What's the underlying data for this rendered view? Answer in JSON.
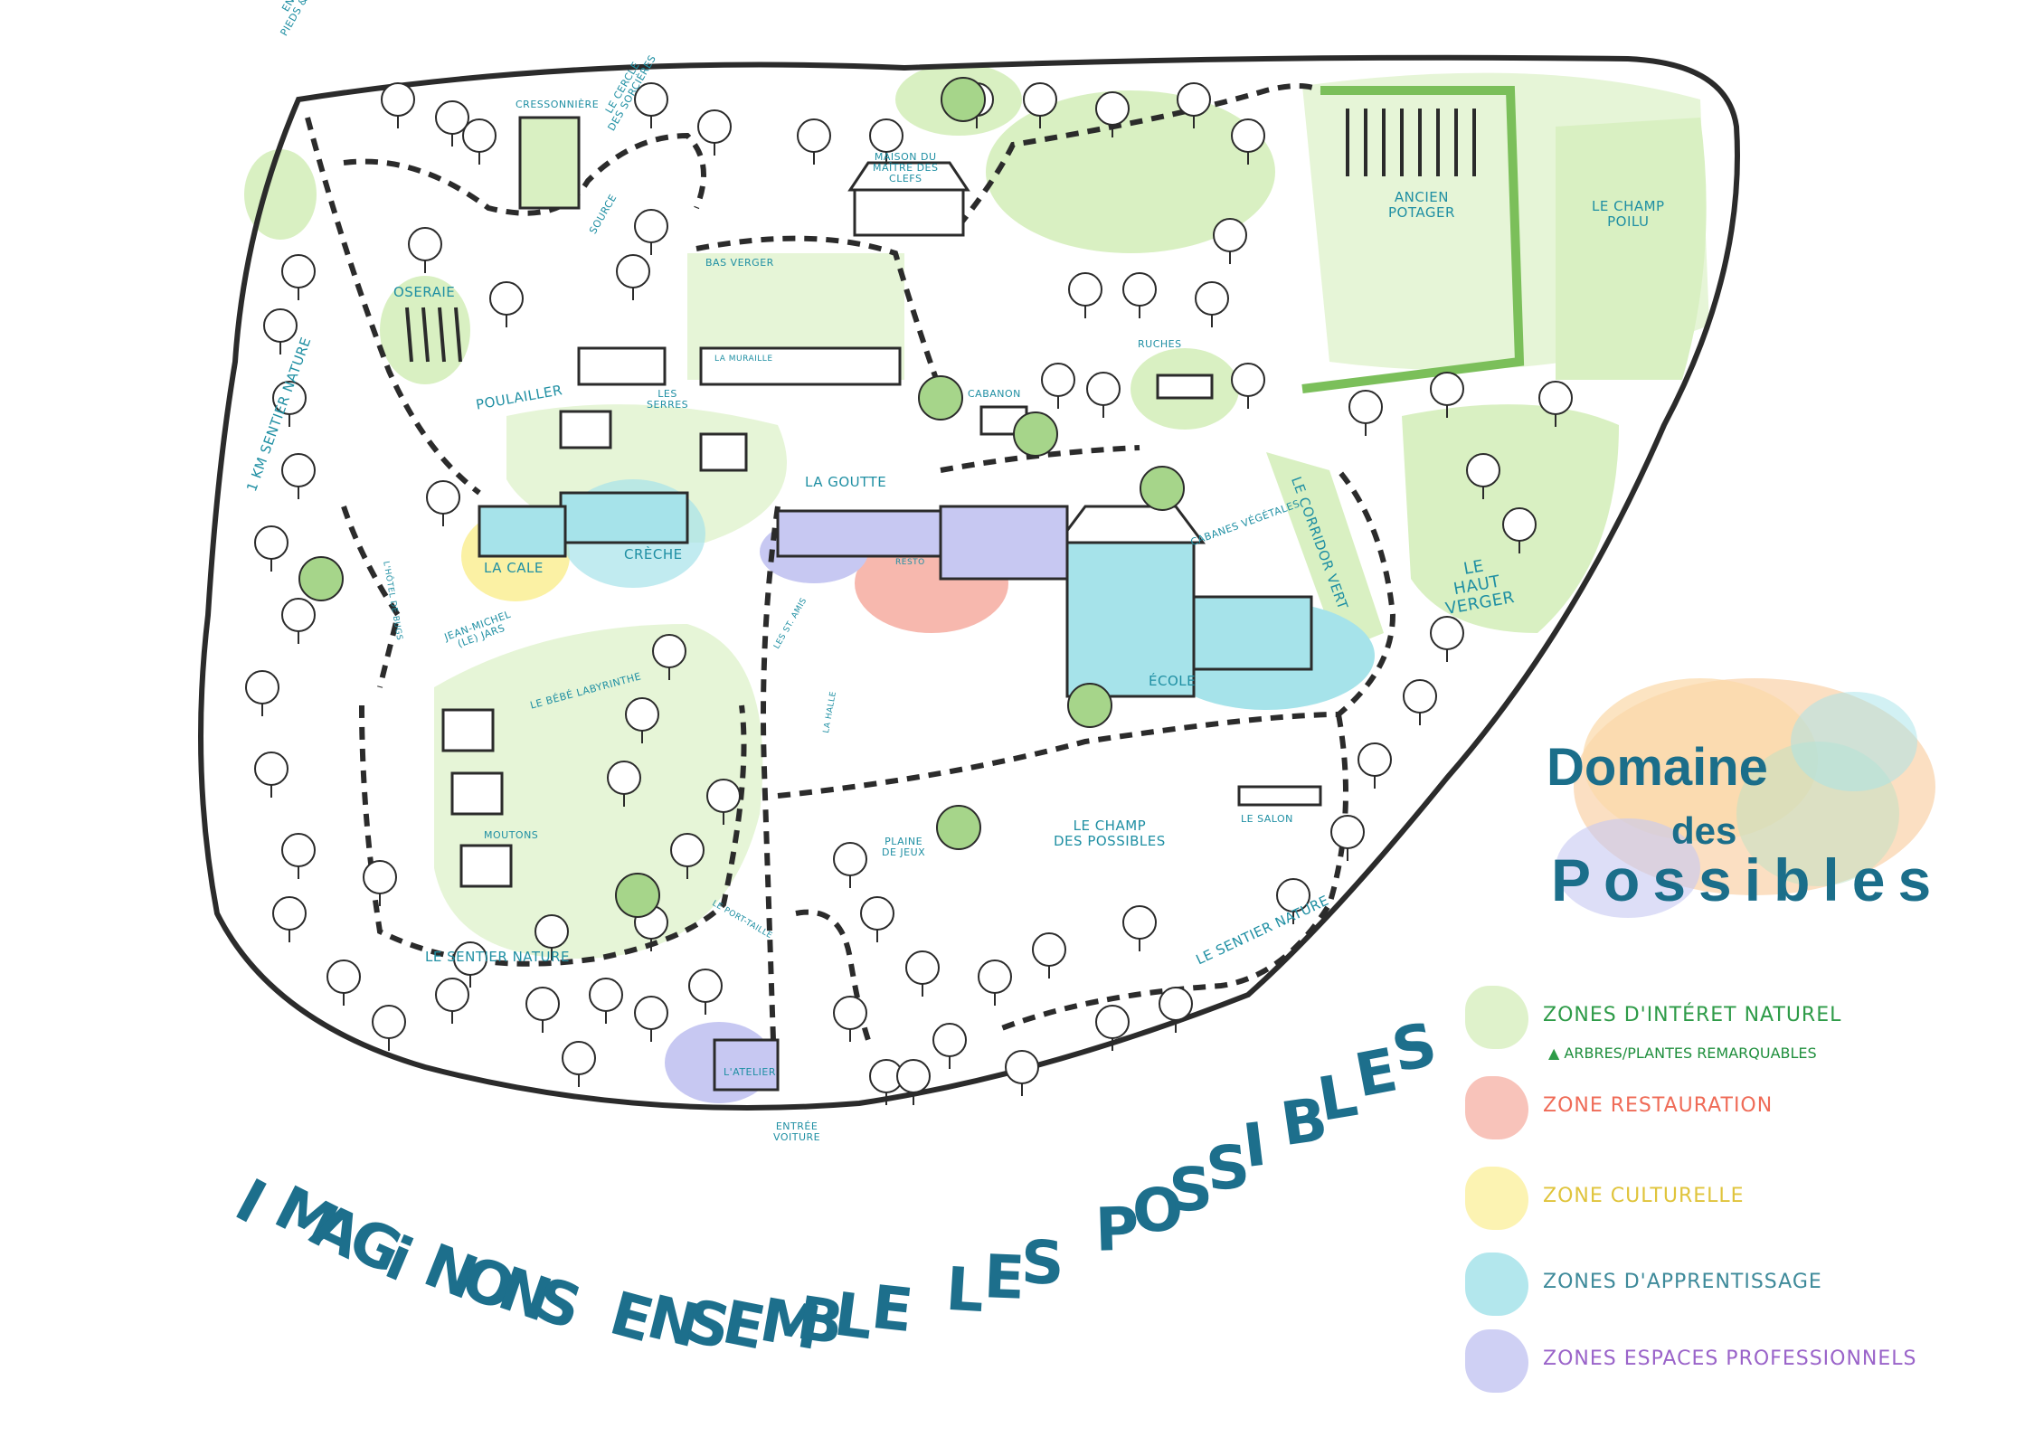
{
  "title": {
    "line1": "Domaine",
    "line2": "des",
    "line3": "Possibles"
  },
  "slogan": "IMAGiNONS ENSEMBLE LES POSSIBLES",
  "colors": {
    "natural": "#d9f0c2",
    "restauration": "#f7b8ae",
    "culturelle": "#fbf1a4",
    "apprentissage": "#a6e3ea",
    "professionnels": "#c7c8f2",
    "label": "#1f8fa3",
    "path": "#2b2b2b"
  },
  "legend": [
    {
      "label": "ZONES D'INTÉRET NATUREL",
      "color": "#d9f0c2",
      "text_color": "#2e9b48"
    },
    {
      "label": "ZONE RESTAURATION",
      "color": "#f7b8ae",
      "text_color": "#ef6b57"
    },
    {
      "label": "ZONE CULTURELLE",
      "color": "#fbf1a4",
      "text_color": "#e0c43c"
    },
    {
      "label": "ZONES D'APPRENTISSAGE",
      "color": "#a6e3ea",
      "text_color": "#3e8a9a"
    },
    {
      "label": "ZONES ESPACES PROFESSIONNELS",
      "color": "#c7c8f2",
      "text_color": "#9a63c9"
    }
  ],
  "legend_trees": "ARBRES/PLANTES REMARQUABLES",
  "places": {
    "entree_pieds": "ENTRÉE\nPIEDS & PATTES",
    "cressonniere": "CRESSONNIÈRE",
    "cercle": "LE CERCLE\nDES SORCIÈRES",
    "source": "SOURCE",
    "maison": "MAISON DU\nMAÎTRE DES\nCLEFS",
    "bas_verger": "BAS VERGER",
    "muraille": "LA MURAILLE",
    "ancien_potager": "ANCIEN\nPOTAGER",
    "champ_poilu": "LE CHAMP\nPOILU",
    "oseraie": "OSERAIE",
    "sentier_nature_1": "1 KM SENTIER NATURE",
    "poulailler": "POULAILLER",
    "serres": "LES\nSERRES",
    "ruches": "RUCHES",
    "cabanon": "CABANON",
    "goutte": "LA GOUTTE",
    "cale": "LA CALE",
    "creche": "CRÈCHE",
    "resto": "RESTO",
    "cabanes": "CABANES VÉGÉTALES",
    "corridor": "LE CORRIDOR VERT",
    "haut_verger": "LE\nHAUT\nVERGER",
    "hotel_bugs": "L'HÔTEL DE BUGS",
    "jean_michel": "JEAN-MICHEL\n(LE) JARS",
    "bebe_labyrinthe": "LE BÉBÉ LABYRINTHE",
    "moutons": "MOUTONS",
    "sentier_nature_2": "LE SENTIER NATURE",
    "sentier_nature_3": "LE SENTIER NATURE",
    "saint_amis": "LES ST. AMIS",
    "la_halle": "LA HALLE",
    "ecole": "ÉCOLE",
    "plaine_jeux": "PLAINE\nDE JEUX",
    "champ_possibles": "LE CHAMP\nDES POSSIBLES",
    "salon": "LE SALON",
    "port_taille": "LE PORT-TAILLE",
    "atelier": "L'ATELIER",
    "entree_voiture": "ENTRÉE\nVOITURE"
  }
}
